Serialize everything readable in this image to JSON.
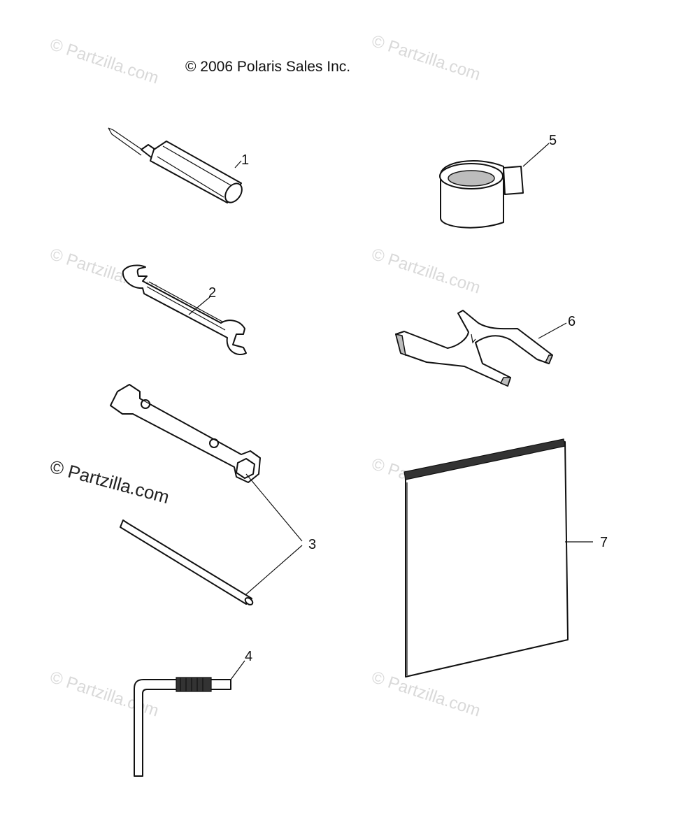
{
  "copyright": "© 2006 Polaris Sales Inc.",
  "watermark": "© Partzilla.com",
  "parts": [
    {
      "callout": "1",
      "icon": "screwdriver-icon"
    },
    {
      "callout": "2",
      "icon": "open-end-wrench-icon"
    },
    {
      "callout": "3",
      "icon": "tube-socket-wrench-icon"
    },
    {
      "callout": "4",
      "icon": "hex-key-icon"
    },
    {
      "callout": "5",
      "icon": "strap-roll-icon"
    },
    {
      "callout": "6",
      "icon": "spanner-tool-icon"
    },
    {
      "callout": "7",
      "icon": "owners-manual-icon"
    }
  ]
}
